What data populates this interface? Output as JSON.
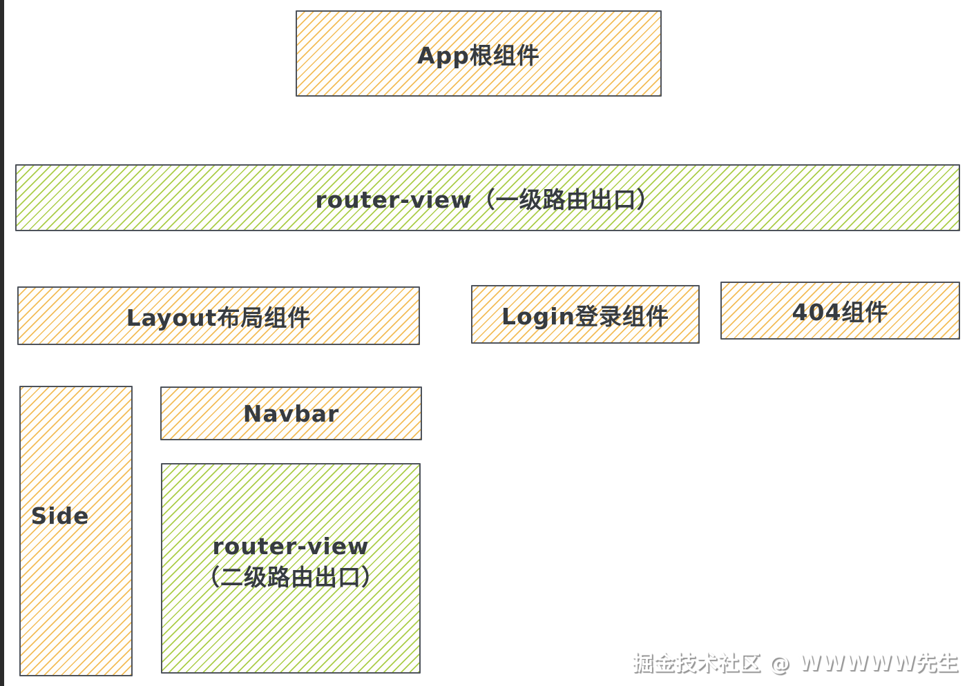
{
  "colors": {
    "yellow_hatch": "#F2B94E",
    "green_hatch": "#A6CA3F",
    "box_border": "#4D525A",
    "box_text": "#363B41",
    "left_edge_strip": "#2B2B2B",
    "watermark_shadow": "#969696"
  },
  "diagram": {
    "type": "component-hierarchy",
    "nodes": {
      "app": {
        "label": "App根组件",
        "variant": "yellow"
      },
      "router_view_l1": {
        "label": "router-view（一级路由出口）",
        "variant": "green"
      },
      "layout": {
        "label": "Layout布局组件",
        "variant": "yellow"
      },
      "login": {
        "label": "Login登录组件",
        "variant": "yellow"
      },
      "not_found": {
        "label": "404组件",
        "variant": "yellow"
      },
      "side": {
        "label": "Side",
        "variant": "yellow"
      },
      "navbar": {
        "label": "Navbar",
        "variant": "yellow"
      },
      "router_view_l2": {
        "label_line1": "router-view",
        "label_line2": "（二级路由出口）",
        "variant": "green"
      }
    }
  },
  "watermark": {
    "text": "掘金技术社区 @ WWWWW先生"
  }
}
